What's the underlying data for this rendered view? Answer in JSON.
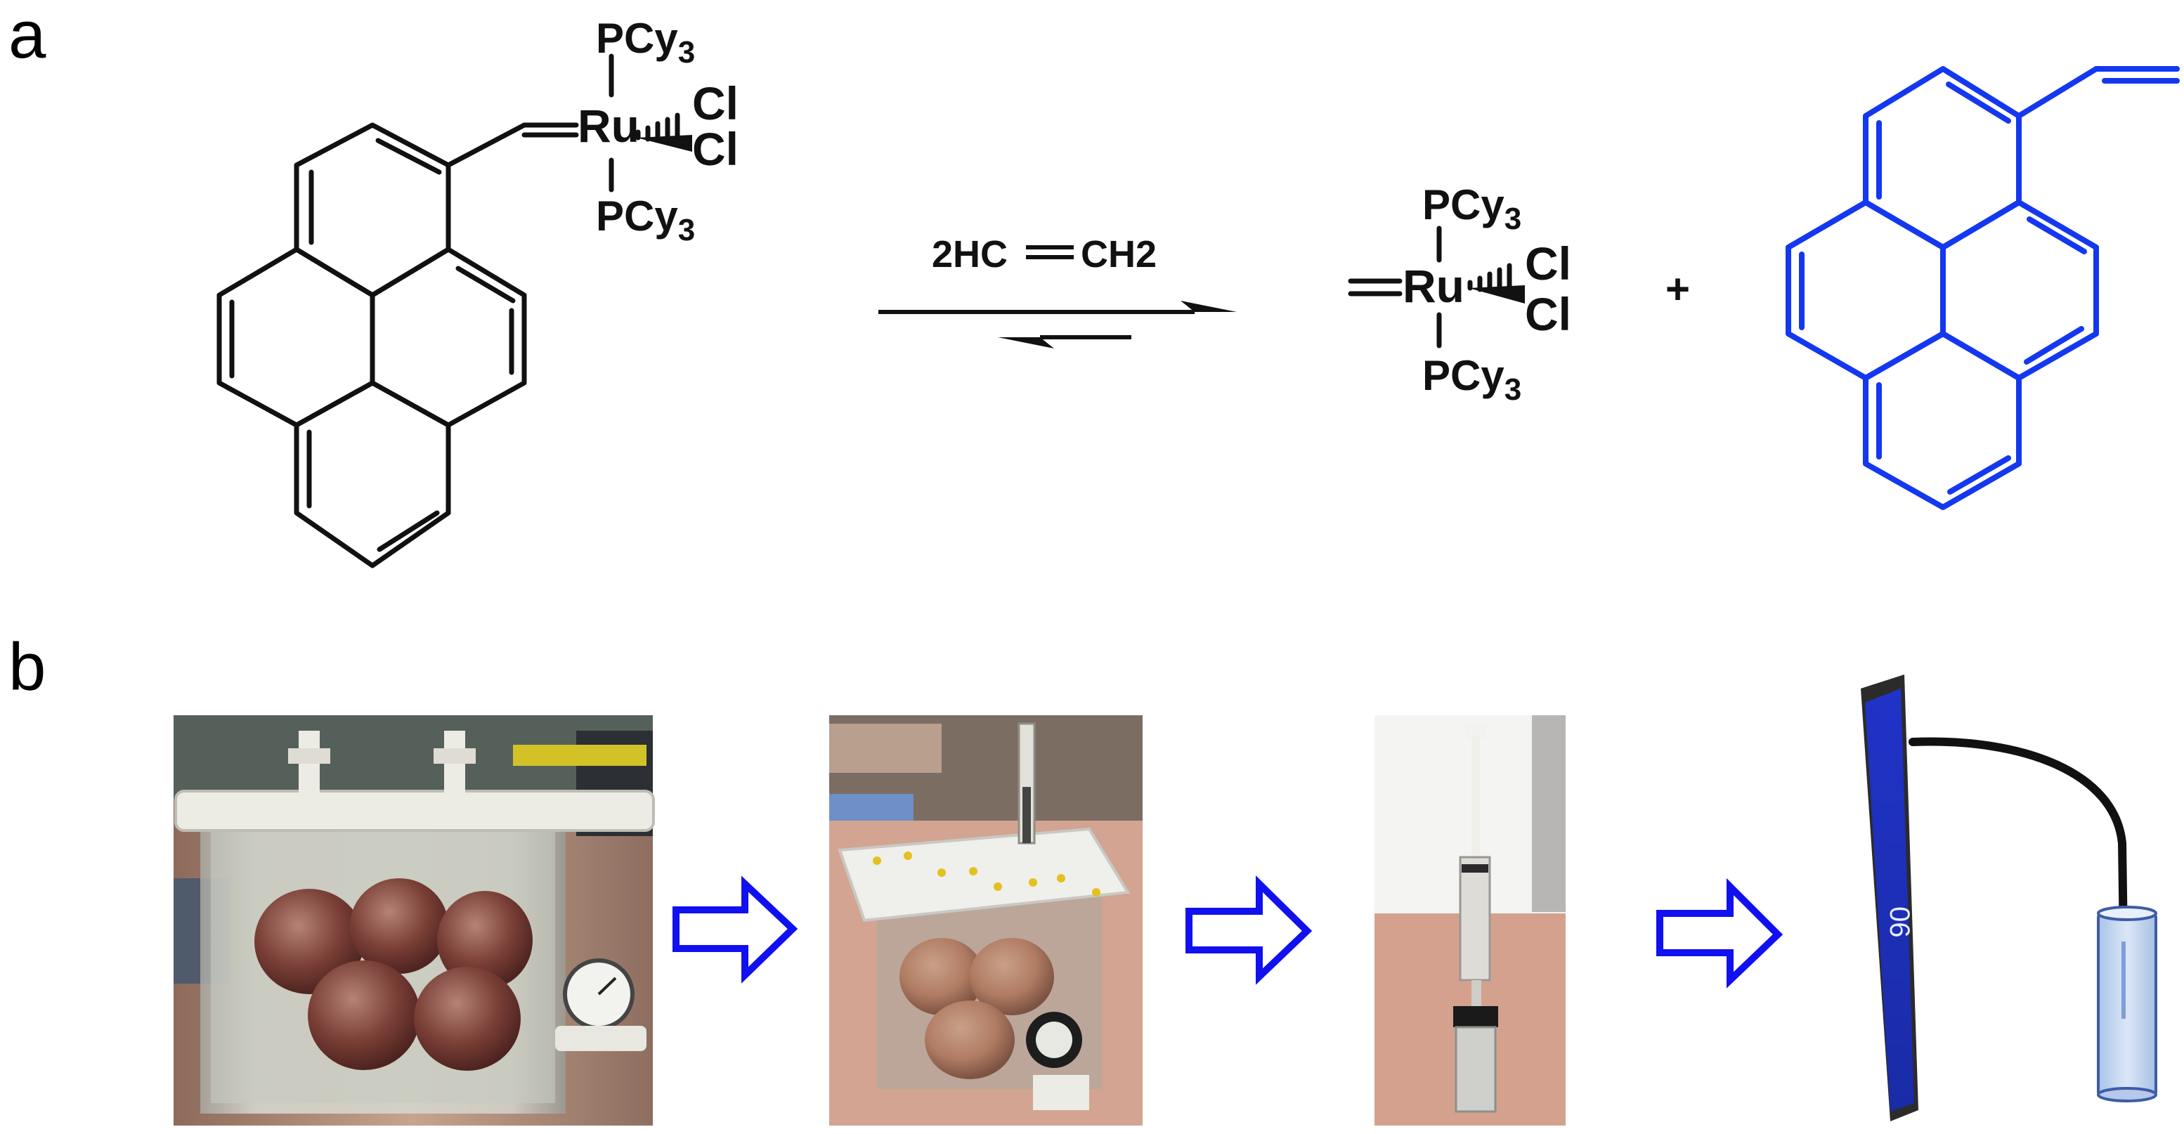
{
  "panels": {
    "a": {
      "label": "a"
    },
    "b": {
      "label": "b"
    }
  },
  "reactant": {
    "ligand_top": "PCy",
    "ligand_bottom": "PCy",
    "ligand_subscript": "3",
    "metal": "Ru",
    "halide_1": "Cl",
    "halide_2": "Cl"
  },
  "reagent": {
    "left": "2HC",
    "right": "CH2"
  },
  "catalyst_product": {
    "ligand_top": "PCy",
    "ligand_bottom": "PCy",
    "ligand_subscript": "3",
    "metal": "Ru",
    "halide_1": "Cl",
    "halide_2": "Cl"
  },
  "plus_sign": "+",
  "colors": {
    "black_bonds": "#111111",
    "product_blue": "#1437F0",
    "arrow_blue": "#1010F0"
  },
  "photo_steps": [
    {
      "name": "fruit-container-photo"
    },
    {
      "name": "sealed-container-photo"
    },
    {
      "name": "syringe-vial-photo"
    },
    {
      "name": "smartphone-detection-illustration"
    }
  ],
  "phone_screen_text": "06"
}
